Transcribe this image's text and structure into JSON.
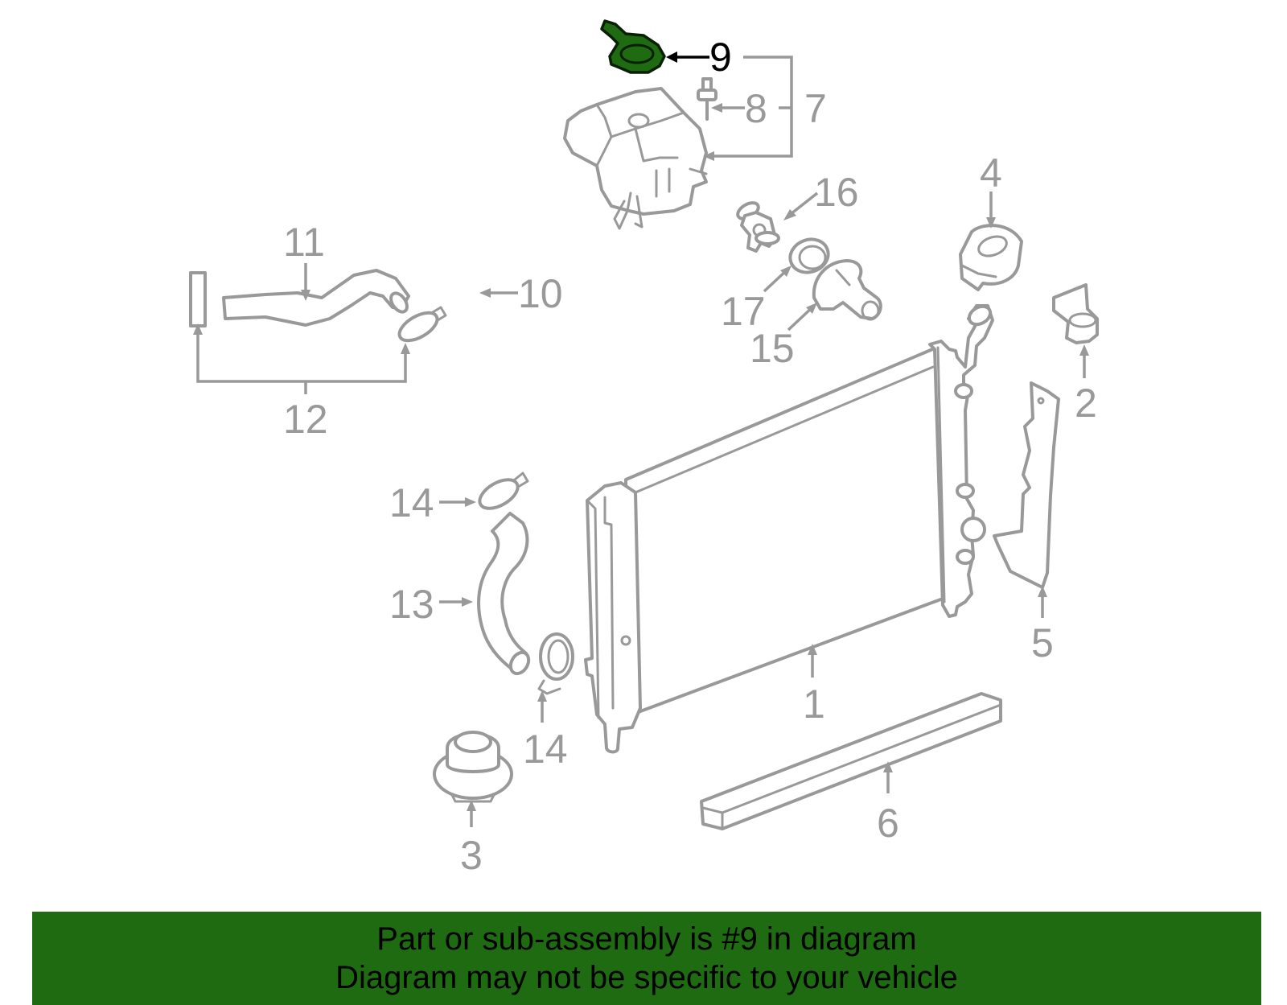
{
  "highlight_color": "#1e6b12",
  "callouts": {
    "c1": "1",
    "c2": "2",
    "c3": "3",
    "c4": "4",
    "c5": "5",
    "c6": "6",
    "c7": "7",
    "c8": "8",
    "c9": "9",
    "c10": "10",
    "c11": "11",
    "c12": "12",
    "c13": "13",
    "c14a": "14",
    "c14b": "14",
    "c15": "15",
    "c16": "16",
    "c17": "17"
  },
  "banner": {
    "line1": "Part or sub-assembly is #9 in diagram",
    "line2": "Diagram may not be specific to your vehicle"
  }
}
